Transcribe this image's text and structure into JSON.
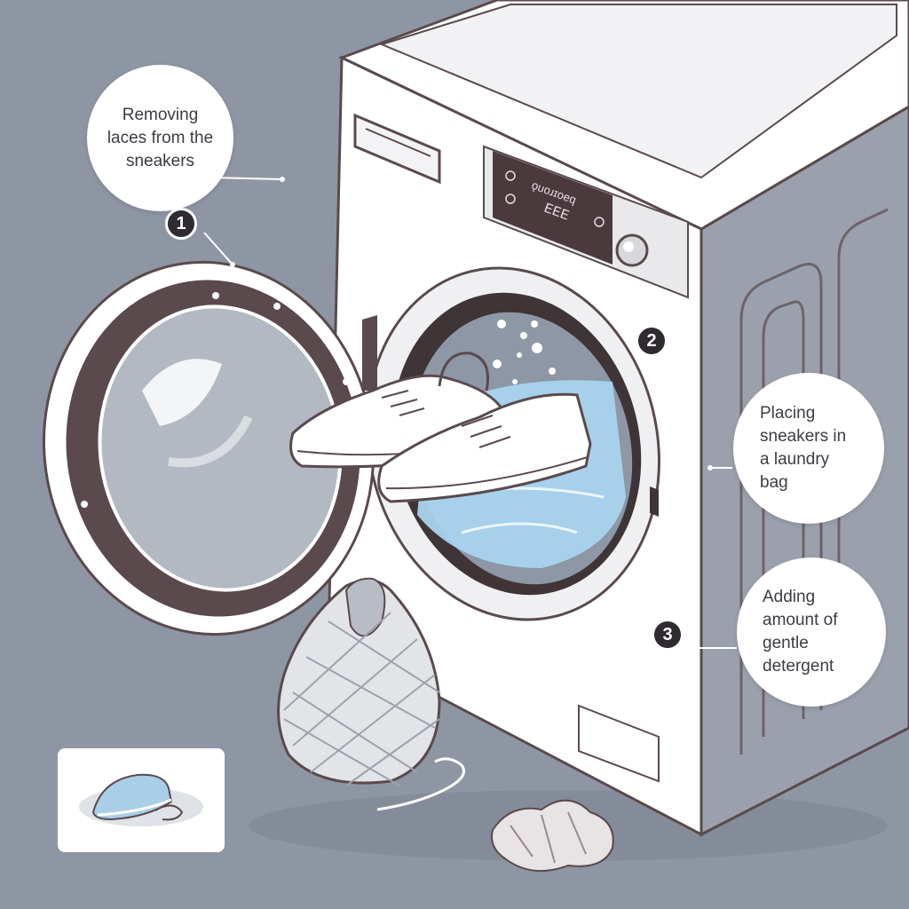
{
  "callouts": [
    {
      "number": "1",
      "text": "Removing laces from the sneakers"
    },
    {
      "number": "2",
      "text": "Placing sneakers in a laundry bag"
    },
    {
      "number": "3",
      "text": "Adding amount of gentle detergent"
    }
  ],
  "panel": {
    "label": "ǫuoɹɪoeq",
    "display": "EEE"
  },
  "colors": {
    "background": "#8f96a3",
    "machine": "#ffffff",
    "outline": "#5a4a4d",
    "water": "#a9d4ee",
    "step_badge": "#2f2b31"
  }
}
